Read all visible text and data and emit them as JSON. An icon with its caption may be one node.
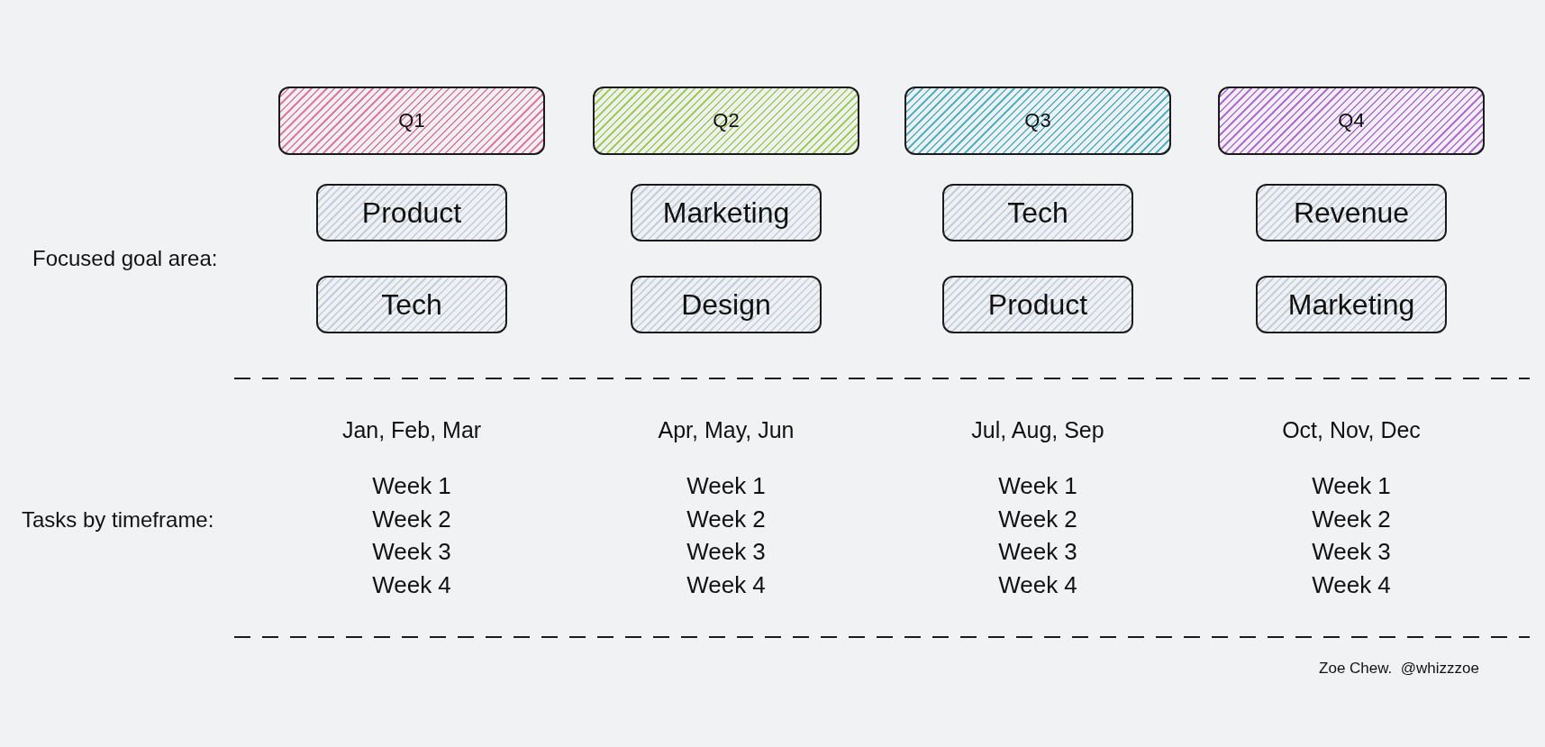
{
  "diagram": {
    "nodes": [
      {
        "text": [
          "Q1"
        ]
      },
      {
        "text": [
          "Q2"
        ]
      },
      {
        "text": [
          "Q3"
        ]
      },
      {
        "text": [
          "Q4"
        ]
      },
      {
        "text": [
          "Product"
        ]
      },
      {
        "text": [
          "Marketing"
        ]
      },
      {
        "text": [
          "Tech"
        ]
      },
      {
        "text": [
          "Revenue"
        ]
      },
      {
        "text": [
          "Tech"
        ]
      },
      {
        "text": [
          "Design"
        ]
      },
      {
        "text": [
          "Product"
        ]
      },
      {
        "text": [
          "Marketing"
        ]
      }
    ],
    "labels": [
      "Focused goal area:",
      "Jan, Feb, Mar",
      "Apr, May, Jun",
      "Jul, Aug, Sep",
      "Oct, Nov, Dec",
      "Tasks by timeframe:",
      "Week 1",
      "Week 1",
      "Week 1",
      "Week 1",
      "Week 2",
      "Week 2",
      "Week 2",
      "Week 2",
      "Week 3",
      "Week 3",
      "Week 3",
      "Week 3",
      "Week 4",
      "Week 4",
      "Week 4",
      "Week 4",
      "Zoe Chew.  @whizzzoe"
    ]
  }
}
